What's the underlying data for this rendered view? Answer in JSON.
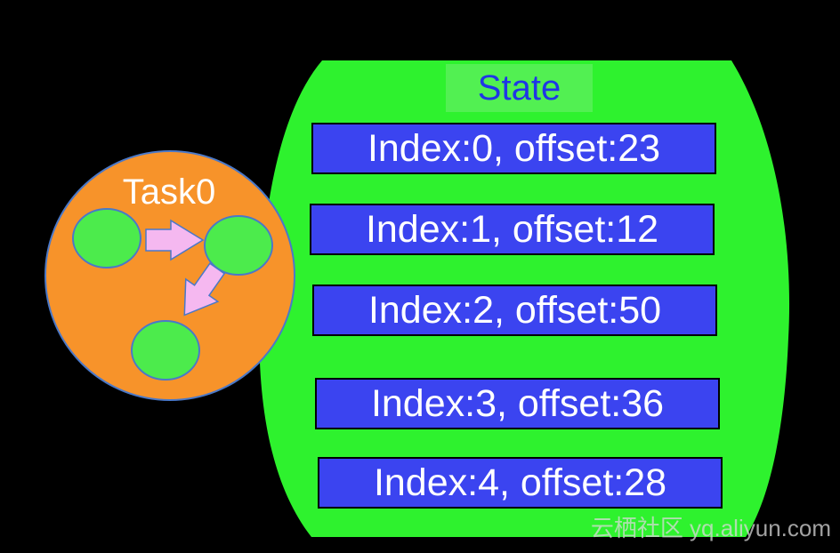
{
  "task": {
    "label": "Task0"
  },
  "state": {
    "title": "State",
    "entries": [
      {
        "label": "Index:0, offset:23"
      },
      {
        "label": "Index:1, offset:12"
      },
      {
        "label": "Index:2, offset:50"
      },
      {
        "label": "Index:3, offset:36"
      },
      {
        "label": "Index:4, offset:28"
      }
    ]
  },
  "watermark": {
    "text": "云栖社区 yq.aliyun.com"
  },
  "colors": {
    "background": "#000000",
    "state_container": "#2EF22E",
    "state_title_bg": "#52F052",
    "state_title_text": "#1F36E6",
    "entry_bg": "#3B44F0",
    "entry_text": "#FFFFFF",
    "task_fill": "#F7932A",
    "task_stroke": "#4A78C8",
    "node_fill": "#4CEB4C",
    "arrow_fill": "#F5B8F0"
  }
}
